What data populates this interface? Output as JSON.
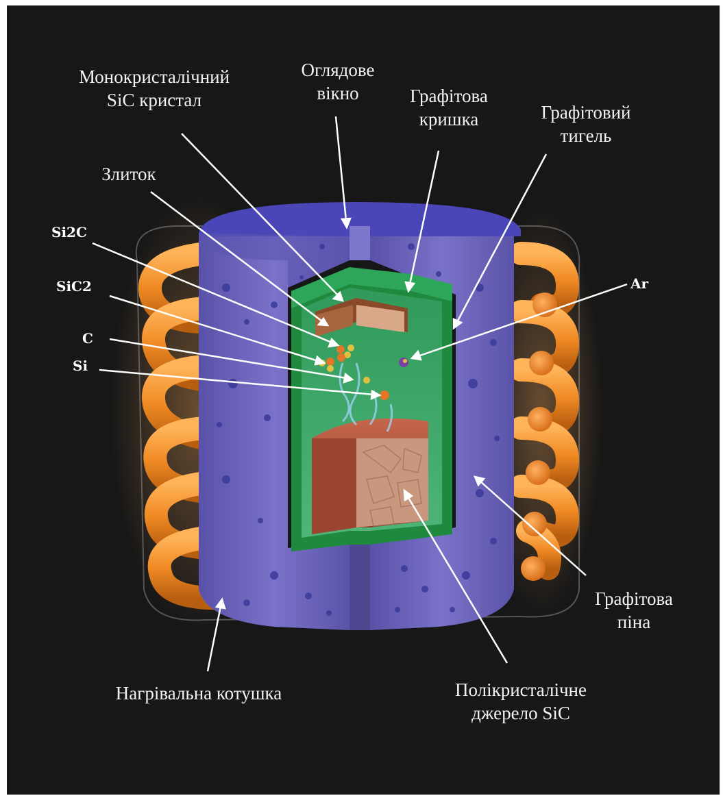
{
  "labels": {
    "monocrystal": [
      "Монокристалічний",
      "SiC кристал"
    ],
    "window": [
      "Оглядове",
      "вікно"
    ],
    "lid": [
      "Графітова",
      "кришка"
    ],
    "crucible": [
      "Графітовий",
      "тигель"
    ],
    "ingot": "Злиток",
    "coil": "Нагрівальна котушка",
    "source": [
      "Полікристалічне",
      "джерело SiC"
    ],
    "foam": [
      "Графітова",
      "піна"
    ]
  },
  "species": {
    "si2c": "Si2C",
    "sic2": "SiC2",
    "c": "C",
    "si": "Si",
    "ar": "Ar"
  },
  "colors": {
    "background": "#171717",
    "foam": "#6a62b8",
    "foam_top": "#4a46b8",
    "crucible": "#1f8a3e",
    "coil": "#f08a24",
    "source": "#a8573a",
    "crystal": "#c89a78"
  }
}
